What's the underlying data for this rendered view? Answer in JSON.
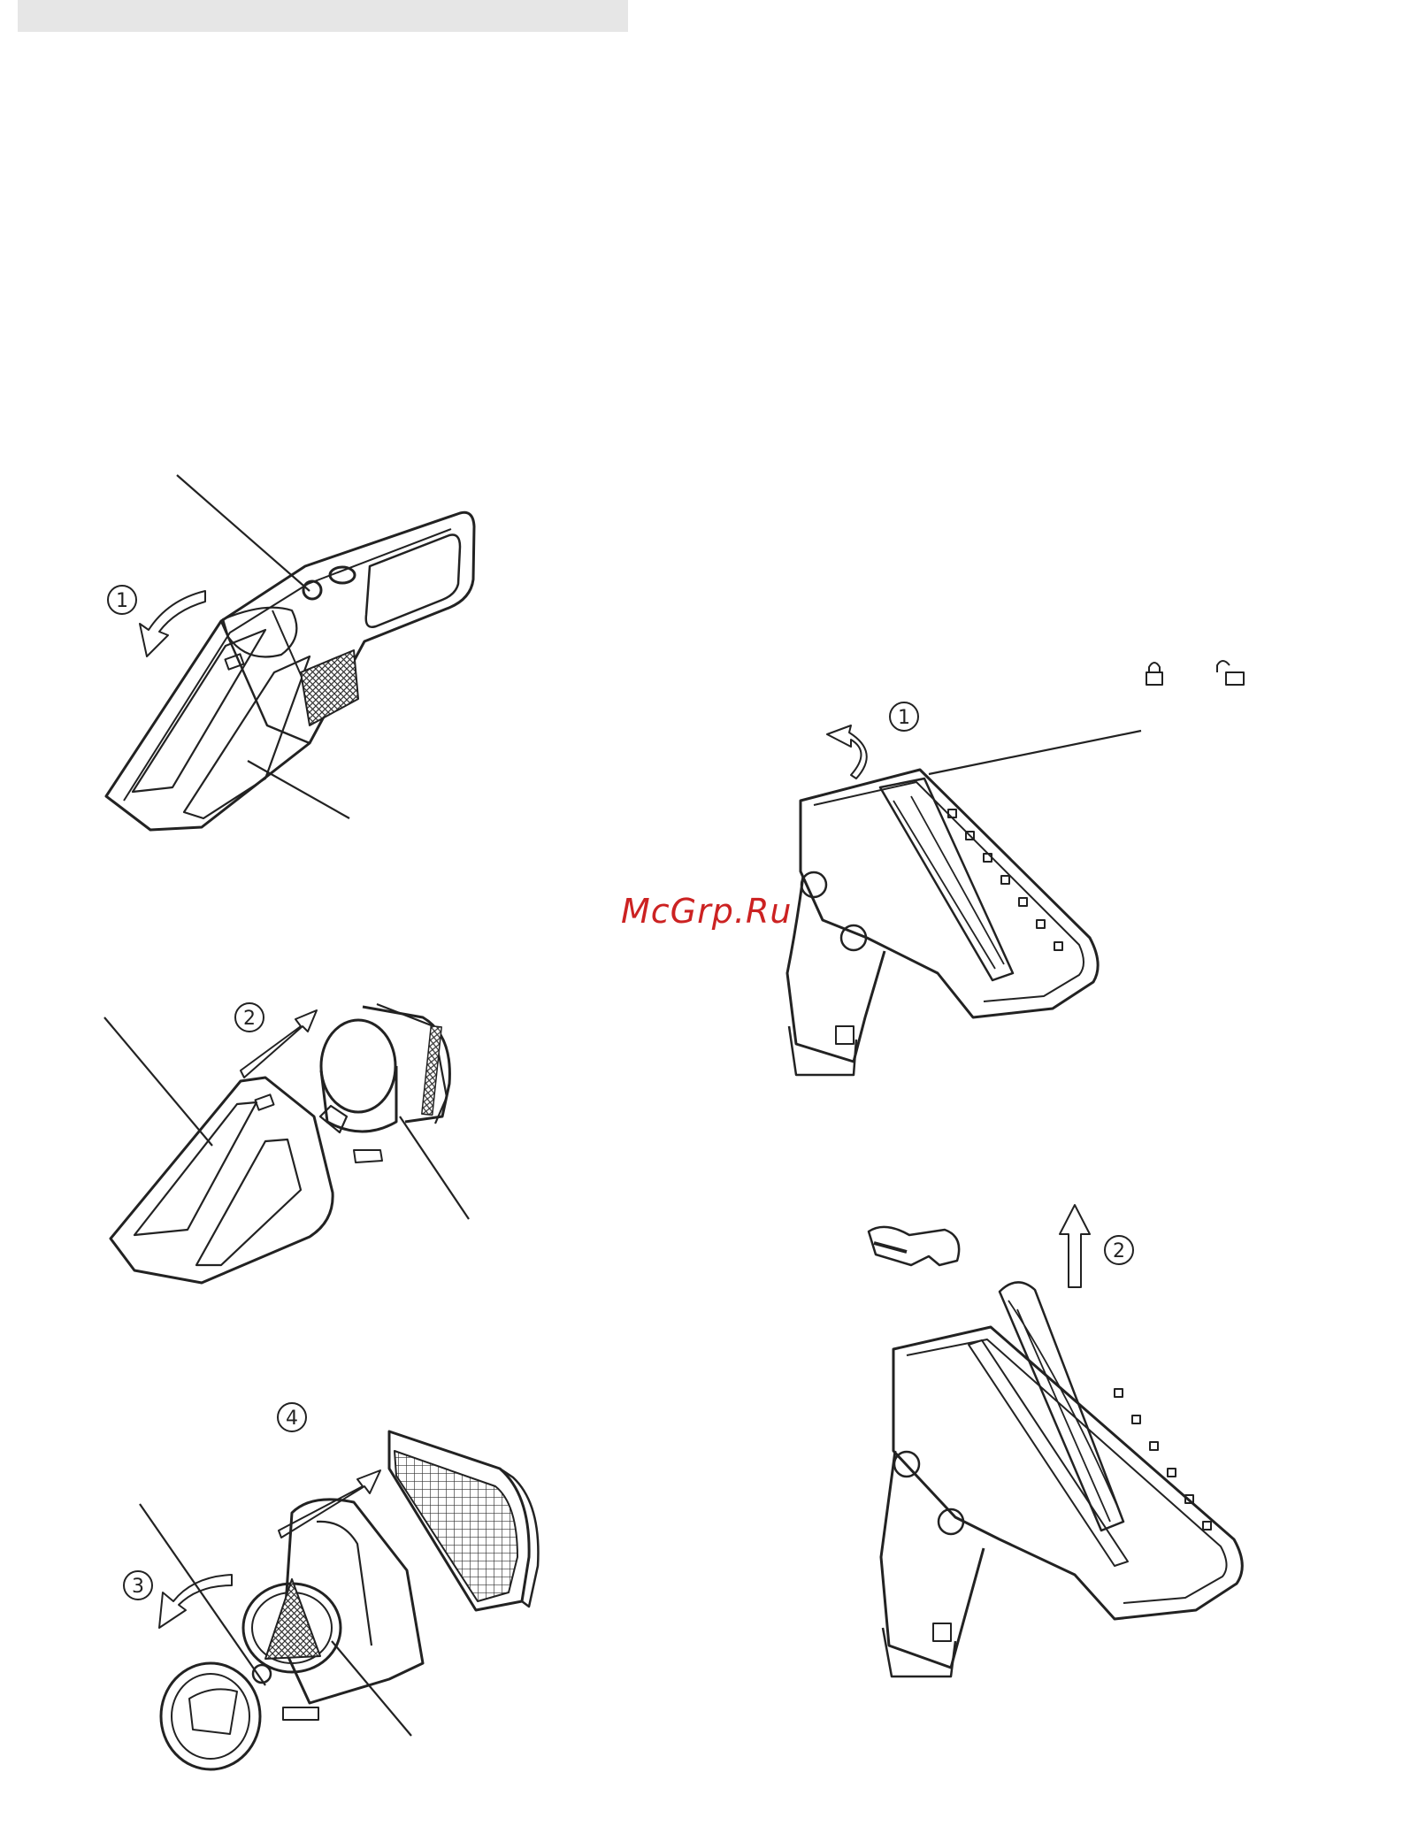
{
  "header": {
    "bar_color": "#e6e6e6"
  },
  "figures": {
    "handheld": {
      "step_1": "1",
      "step_2": "2",
      "step_3": "3",
      "step_4": "4"
    },
    "brush_head": {
      "step_1": "1",
      "step_2": "2",
      "lock_icon": "lock-closed-icon",
      "unlock_icon": "lock-open-icon"
    }
  },
  "watermark": {
    "text": "McGrp.Ru",
    "color": "#cc2222"
  },
  "colors": {
    "line": "#222222",
    "mesh": "#333333"
  }
}
